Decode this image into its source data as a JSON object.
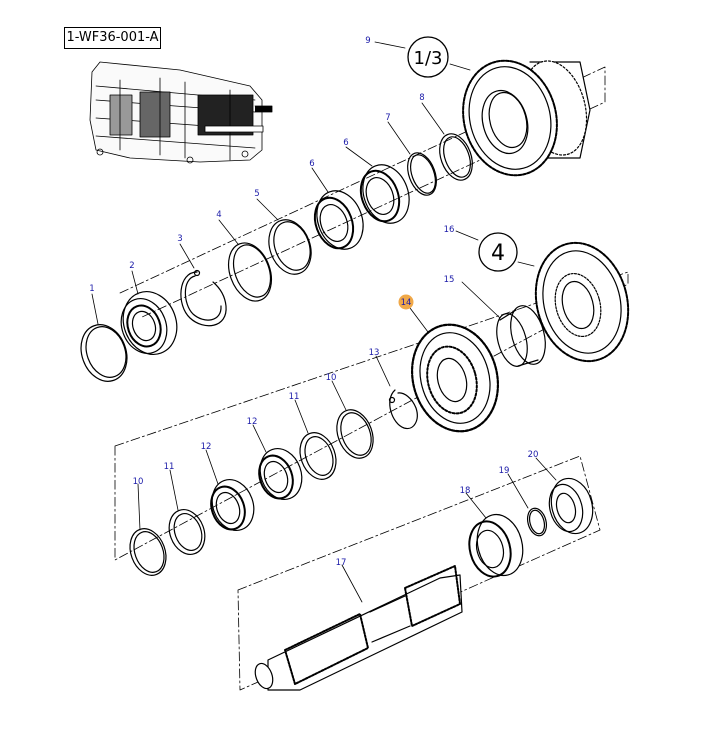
{
  "diagram": {
    "code": "1-WF36-001-A",
    "group_labels": {
      "g13": "1/3",
      "g4": "4"
    },
    "callouts": [
      "1",
      "2",
      "3",
      "4",
      "5",
      "6",
      "6",
      "7",
      "8",
      "9",
      "10",
      "10",
      "11",
      "11",
      "12",
      "12",
      "13",
      "14",
      "15",
      "16",
      "17",
      "18",
      "19",
      "20"
    ],
    "highlight_color": "#f0a848",
    "label_color": "#1a1aa8"
  }
}
